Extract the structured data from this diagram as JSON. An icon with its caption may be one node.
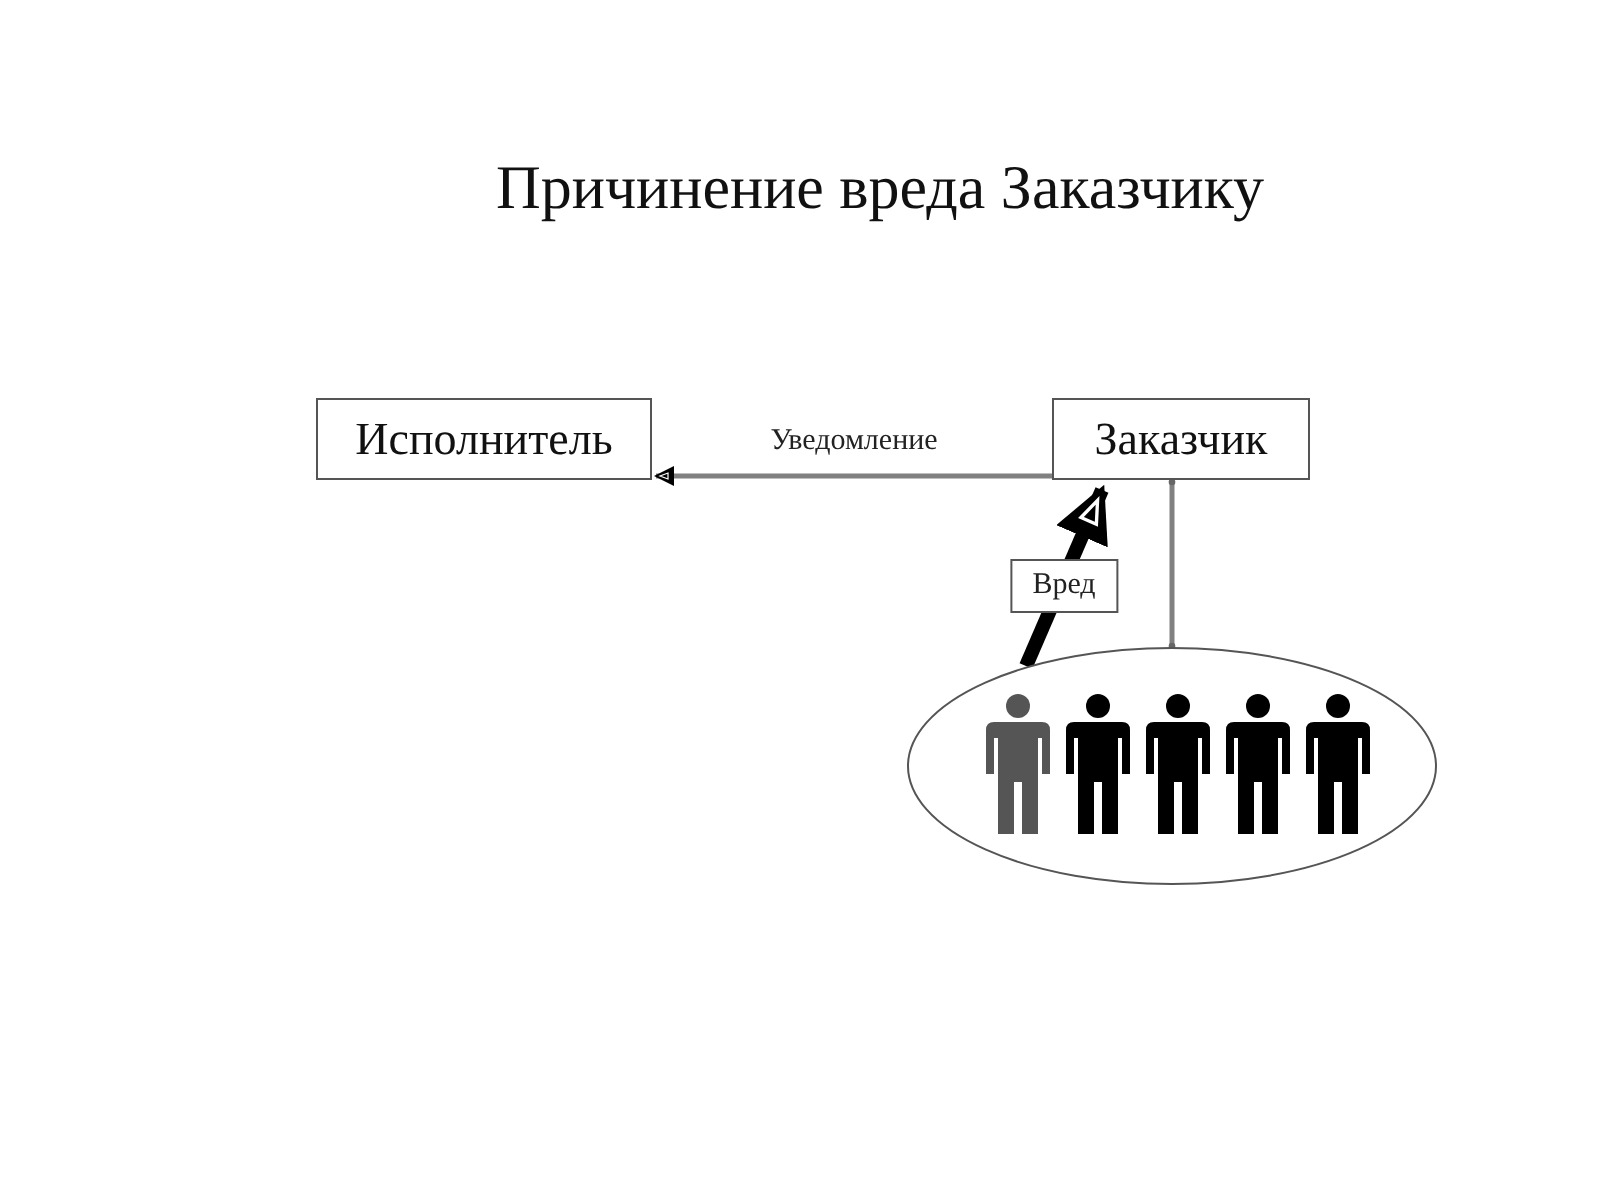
{
  "diagram": {
    "title": "Причинение вреда Заказчику",
    "nodes": [
      {
        "text": [
          "Исполнитель"
        ]
      },
      {
        "text": [
          "Заказчик"
        ]
      },
      {
        "text": [],
        "shape": "ellipse"
      }
    ],
    "edges": [
      {
        "from": 1,
        "to": 0,
        "arrow": "to",
        "label": "Уведомление",
        "color": "#808080"
      },
      {
        "from": 2,
        "to": 1,
        "arrow": "to",
        "label": "Вред",
        "style": "thick",
        "color": "#000000"
      },
      {
        "from": 1,
        "to": 2,
        "arrow": "other",
        "color": "#808080"
      }
    ]
  }
}
